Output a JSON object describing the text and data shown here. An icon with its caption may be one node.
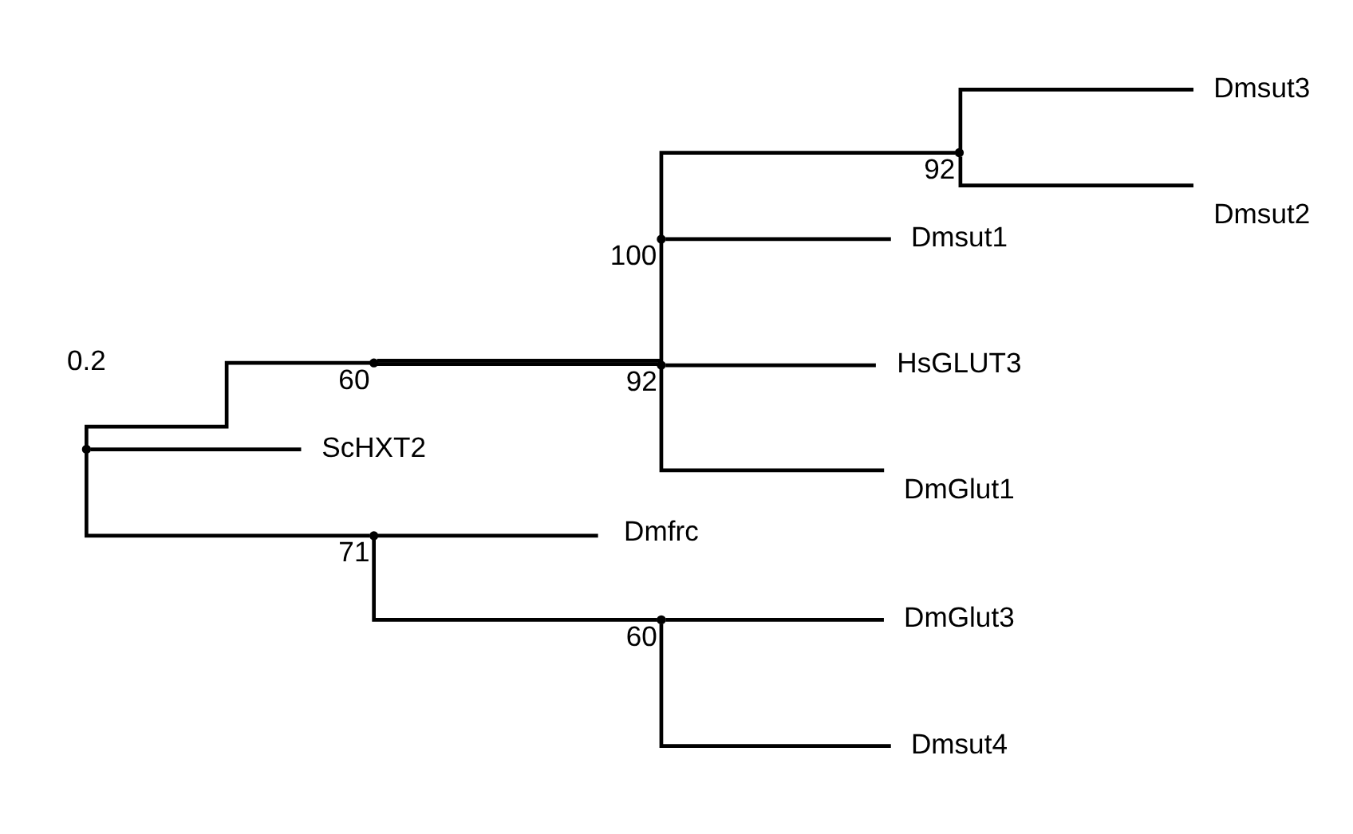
{
  "diagram": {
    "nodes": [
      {
        "text": [],
        "shape": "point"
      },
      {
        "text": [],
        "shape": "point",
        "beside": [
          "60"
        ]
      },
      {
        "text": [],
        "shape": "point",
        "beside": [
          "100"
        ]
      },
      {
        "text": [],
        "shape": "point",
        "beside": [
          "92"
        ]
      },
      {
        "text": [
          "Dmsut3"
        ]
      },
      {
        "text": [
          "Dmsut2"
        ]
      },
      {
        "text": [
          "Dmsut1"
        ]
      },
      {
        "text": [],
        "shape": "point",
        "beside": [
          "92"
        ]
      },
      {
        "text": [
          "HsGLUT3"
        ]
      },
      {
        "text": [
          "DmGlut1"
        ]
      },
      {
        "text": [
          "ScHXT2"
        ]
      },
      {
        "text": [],
        "shape": "point",
        "beside": [
          "71"
        ]
      },
      {
        "text": [
          "Dmfrc"
        ]
      },
      {
        "text": [],
        "shape": "point",
        "beside": [
          "60"
        ]
      },
      {
        "text": [
          "DmGlut3"
        ]
      },
      {
        "text": [
          "Dmsut4"
        ]
      }
    ],
    "edges": [
      {
        "from": 0,
        "to": 1,
        "arrow": "none"
      },
      {
        "from": 1,
        "to": 2,
        "arrow": "none"
      },
      {
        "from": 2,
        "to": 3,
        "arrow": "none"
      },
      {
        "from": 3,
        "to": 4,
        "arrow": "none"
      },
      {
        "from": 3,
        "to": 5,
        "arrow": "none"
      },
      {
        "from": 2,
        "to": 6,
        "arrow": "none"
      },
      {
        "from": 1,
        "to": 7,
        "arrow": "none"
      },
      {
        "from": 7,
        "to": 8,
        "arrow": "none"
      },
      {
        "from": 7,
        "to": 9,
        "arrow": "none"
      },
      {
        "from": 0,
        "to": 10,
        "arrow": "none"
      },
      {
        "from": 0,
        "to": 11,
        "arrow": "none"
      },
      {
        "from": 11,
        "to": 12,
        "arrow": "none"
      },
      {
        "from": 11,
        "to": 13,
        "arrow": "none"
      },
      {
        "from": 13,
        "to": 14,
        "arrow": "none"
      },
      {
        "from": 13,
        "to": 15,
        "arrow": "none"
      }
    ],
    "labels": [
      "0.2"
    ]
  }
}
